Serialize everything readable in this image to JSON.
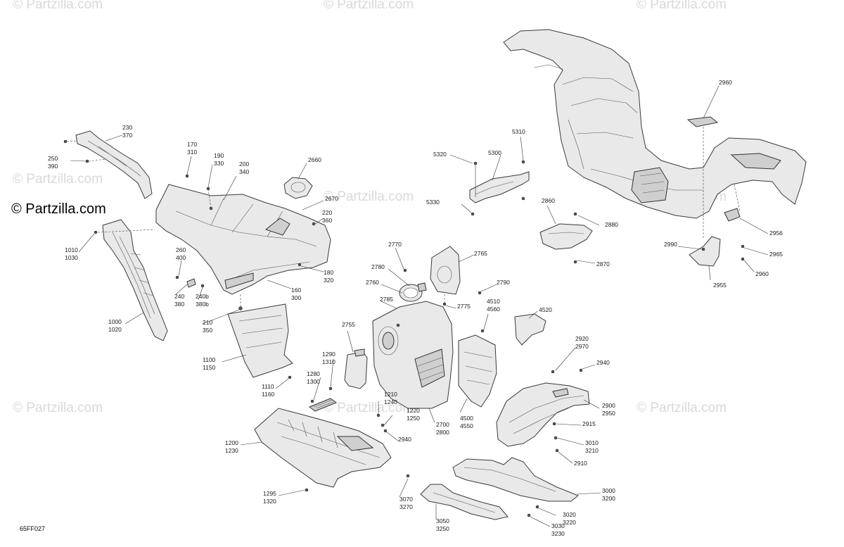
{
  "watermarks": [
    "© Partzilla.com",
    "© Partzilla.com",
    "© Partzilla.com",
    "© Partzilla.com",
    "© Partzilla.com",
    "© Partzilla.com",
    "© Partzilla.com",
    "© Partzilla.com",
    "© Partzilla.com"
  ],
  "brand": "© Partzilla.com",
  "diagram_id": "65FF027",
  "callouts": [
    [
      "230",
      "370"
    ],
    [
      "250",
      "390"
    ],
    [
      "170",
      "310"
    ],
    [
      "190",
      "330"
    ],
    [
      "200",
      "340"
    ],
    [
      "2660"
    ],
    [
      "2670"
    ],
    [
      "220",
      "360"
    ],
    [
      "1010",
      "1030"
    ],
    [
      "260",
      "400"
    ],
    [
      "240",
      "380"
    ],
    [
      "240b",
      "380b"
    ],
    [
      "180",
      "320"
    ],
    [
      "160",
      "300"
    ],
    [
      "210",
      "350"
    ],
    [
      "1000",
      "1020"
    ],
    [
      "1100",
      "1150"
    ],
    [
      "1110",
      "1160"
    ],
    [
      "1290",
      "1310"
    ],
    [
      "1280",
      "1300"
    ],
    [
      "1200",
      "1230"
    ],
    [
      "1295",
      "1320"
    ],
    [
      "5320"
    ],
    [
      "5300"
    ],
    [
      "5310"
    ],
    [
      "5330"
    ],
    [
      "2770"
    ],
    [
      "2765"
    ],
    [
      "2780"
    ],
    [
      "2760"
    ],
    [
      "2790"
    ],
    [
      "2785"
    ],
    [
      "2775"
    ],
    [
      "2755"
    ],
    [
      "4510",
      "4560"
    ],
    [
      "4520"
    ],
    [
      "1210",
      "1240"
    ],
    [
      "1220",
      "1250"
    ],
    [
      "2940"
    ],
    [
      "2700",
      "2800"
    ],
    [
      "4500",
      "4550"
    ],
    [
      "2920",
      "2970"
    ],
    [
      "2940"
    ],
    [
      "2900",
      "2950"
    ],
    [
      "2915"
    ],
    [
      "3010",
      "3210"
    ],
    [
      "2910"
    ],
    [
      "3070",
      "3270"
    ],
    [
      "3000",
      "3200"
    ],
    [
      "3050",
      "3250"
    ],
    [
      "3020",
      "3220"
    ],
    [
      "3030",
      "3230"
    ],
    [
      "2960"
    ],
    [
      "2860"
    ],
    [
      "2880"
    ],
    [
      "2870"
    ],
    [
      "2956"
    ],
    [
      "2990"
    ],
    [
      "2965"
    ],
    [
      "2955"
    ],
    [
      "2960"
    ]
  ]
}
